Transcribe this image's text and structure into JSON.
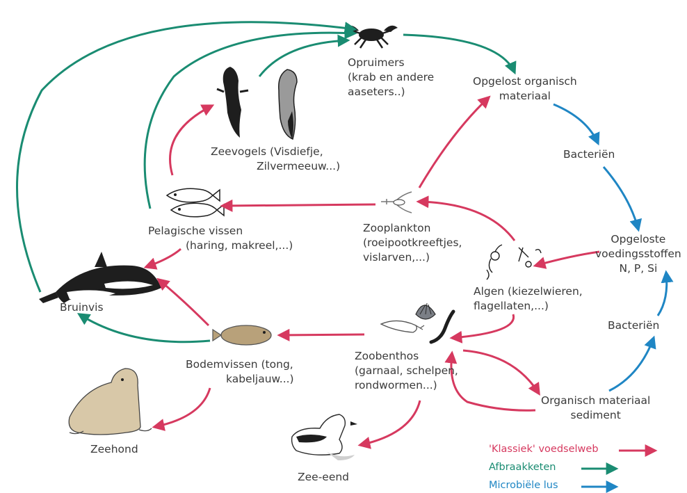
{
  "colors": {
    "klassiek": "#d6395f",
    "afbraak": "#1a8c72",
    "microbieel": "#1f86c4"
  },
  "nodes": {
    "opruimers": [
      "Opruimers",
      "(krab en andere",
      "aaseters..)"
    ],
    "opgelost_organisch": [
      "Opgelost organisch",
      "materiaal"
    ],
    "bacterien_top": [
      "Bacteriën"
    ],
    "opgeloste_voedingsstoffen": [
      "Opgeloste",
      "voedingsstoffen",
      "N, P, Si"
    ],
    "bacterien_bottom": [
      "Bacteriën"
    ],
    "organisch_sediment": [
      "Organisch materiaal",
      "sediment"
    ],
    "zeevogels": [
      "Zeevogels (Visdiefje,",
      "Zilvermeeuw...)"
    ],
    "pelagische_vissen": [
      "Pelagische vissen",
      "(haring, makreel,...)"
    ],
    "zooplankton": [
      "Zooplankton",
      "(roeipootkreeftjes,",
      "vislarven,...)"
    ],
    "algen": [
      "Algen (kiezelwieren,",
      "flagellaten,...)"
    ],
    "bruinvis": [
      "Bruinvis"
    ],
    "zoobenthos": [
      "Zoobenthos",
      "(garnaal, schelpen,",
      "rondwormen...)"
    ],
    "bodemvissen": [
      "Bodemvissen (tong,",
      "kabeljauw...)"
    ],
    "zeehond": [
      "Zeehond"
    ],
    "zee_eend": [
      "Zee-eend"
    ]
  },
  "legend": [
    {
      "label": "'Klassiek' voedselweb",
      "color_key": "klassiek"
    },
    {
      "label": "Afbraakketen",
      "color_key": "afbraak"
    },
    {
      "label": "Microbiële lus",
      "color_key": "microbieel"
    }
  ],
  "icons": {
    "opruimers": "crab-icon",
    "zeevogels": "seabird-icon",
    "pelagische_vissen": "herring-icon",
    "zooplankton": "copepod-icon",
    "algen": "algae-icon",
    "bruinvis": "porpoise-icon",
    "zoobenthos": "benthos-icon",
    "bodemvissen": "flatfish-icon",
    "zeehond": "seal-icon",
    "zee_eend": "eider-duck-icon"
  }
}
